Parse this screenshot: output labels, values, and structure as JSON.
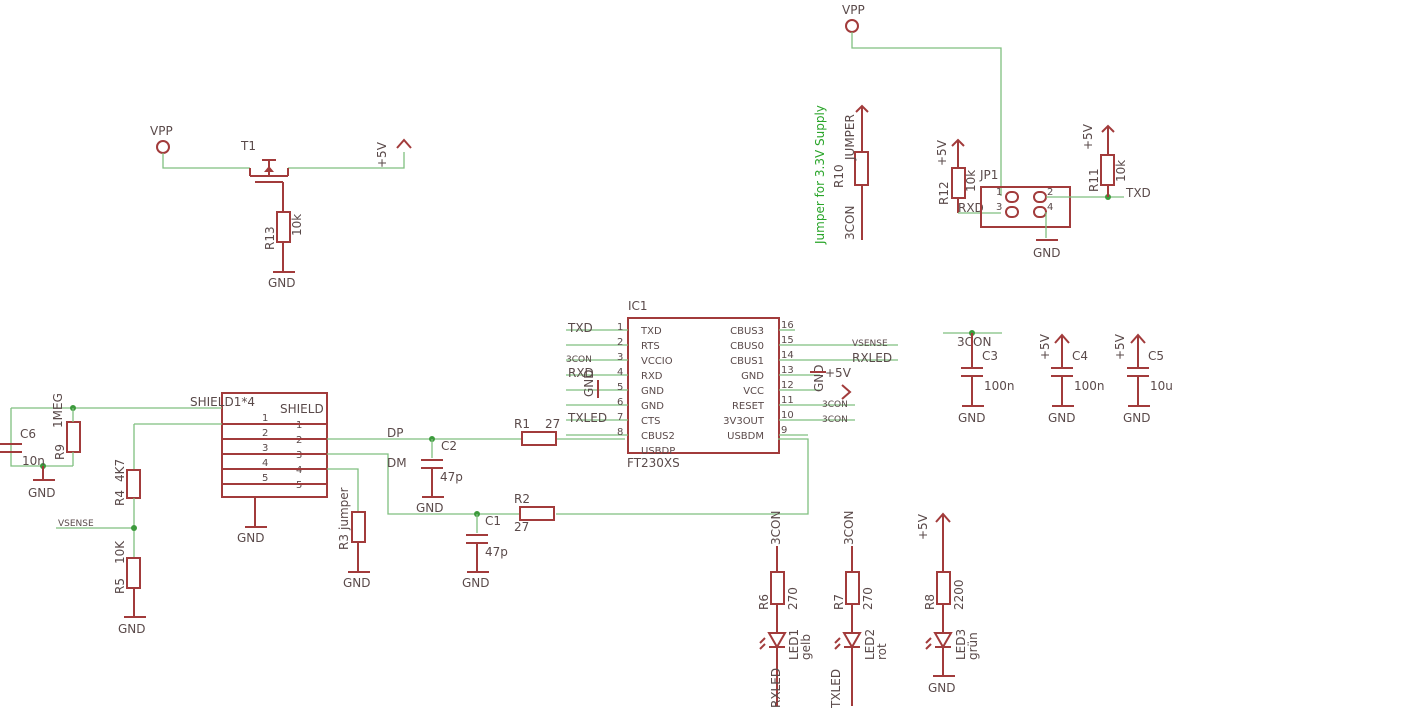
{
  "supply": {
    "vpp": "VPP",
    "v5": "+5V",
    "gnd": "GND",
    "v3": "3CON",
    "vsense": "VSENSE"
  },
  "t1": {
    "name": "T1"
  },
  "r13": {
    "name": "R13",
    "value": "10k"
  },
  "r10": {
    "name": "R10",
    "value": "JUMPER"
  },
  "jumper_note": "Jumper for 3.3V Supply",
  "jp1": {
    "name": "JP1",
    "pins": [
      "1",
      "2",
      "3",
      "4"
    ]
  },
  "r12": {
    "name": "R12",
    "value": "10k"
  },
  "r11": {
    "name": "R11",
    "value": "10k"
  },
  "nets": {
    "rxd": "RXD",
    "txd": "TXD",
    "txled": "TXLED",
    "rxled": "RXLED",
    "dp": "DP",
    "dm": "DM"
  },
  "ic1": {
    "name": "IC1",
    "value": "FT230XS",
    "left_pins": [
      {
        "num": "1",
        "name": "TXD",
        "net": "TXD"
      },
      {
        "num": "2",
        "name": "RTS",
        "net": ""
      },
      {
        "num": "3",
        "name": "VCCIO",
        "net": "3CON"
      },
      {
        "num": "4",
        "name": "RXD",
        "net": "RXD"
      },
      {
        "num": "5",
        "name": "GND",
        "net": "GND"
      },
      {
        "num": "6",
        "name": "GND",
        "net": ""
      },
      {
        "num": "7",
        "name": "CTS",
        "net": "TXLED"
      },
      {
        "num": "8",
        "name": "CBUS2",
        "net": ""
      },
      {
        "num": "",
        "name": "USBDP",
        "net": ""
      }
    ],
    "right_pins": [
      {
        "num": "16",
        "name": "CBUS3",
        "net": ""
      },
      {
        "num": "15",
        "name": "CBUS0",
        "net": "VSENSE"
      },
      {
        "num": "14",
        "name": "CBUS1",
        "net": "RXLED"
      },
      {
        "num": "13",
        "name": "GND",
        "net": "GND"
      },
      {
        "num": "12",
        "name": "VCC",
        "net": "+5V"
      },
      {
        "num": "11",
        "name": "RESET",
        "net": "3CON"
      },
      {
        "num": "10",
        "name": "3V3OUT",
        "net": "3CON"
      },
      {
        "num": "9",
        "name": "USBDM",
        "net": ""
      }
    ]
  },
  "shield": {
    "name": "SHIELD1*4",
    "label": "SHIELD",
    "pins": [
      "1",
      "2",
      "3",
      "4",
      "5"
    ]
  },
  "r1": {
    "name": "R1",
    "value": "27"
  },
  "r2": {
    "name": "R2",
    "value": "27"
  },
  "c1": {
    "name": "C1",
    "value": "47p"
  },
  "c2": {
    "name": "C2",
    "value": "47p"
  },
  "c3": {
    "name": "C3",
    "value": "100n"
  },
  "c4": {
    "name": "C4",
    "value": "100n"
  },
  "c5": {
    "name": "C5",
    "value": "10u"
  },
  "c6": {
    "name": "C6",
    "value": "10n"
  },
  "r9": {
    "name": "R9",
    "value": "1MEG"
  },
  "r4": {
    "name": "R4",
    "value": "4K7"
  },
  "r5": {
    "name": "R5",
    "value": "10K"
  },
  "r3": {
    "name": "R3",
    "value": "jumper"
  },
  "r6": {
    "name": "R6",
    "value": "270"
  },
  "r7": {
    "name": "R7",
    "value": "270"
  },
  "r8": {
    "name": "R8",
    "value": "2200"
  },
  "led1": {
    "name": "LED1",
    "value": "gelb"
  },
  "led2": {
    "name": "LED2",
    "value": "rot"
  },
  "led3": {
    "name": "LED3",
    "value": "grün"
  },
  "colors": {
    "wire": "#7fbf7f",
    "part": "#a23b3b",
    "text": "#5a4a4a",
    "note": "#2aa52a",
    "junction": "#3c9a3c"
  }
}
